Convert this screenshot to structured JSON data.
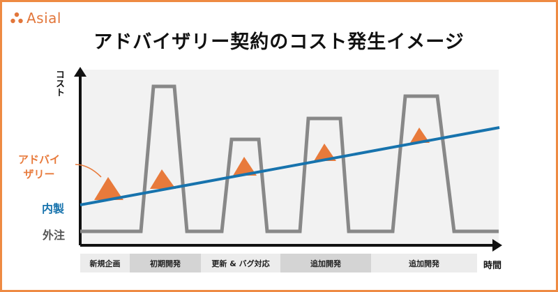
{
  "logo": {
    "text": "Asial",
    "icon": "asial-logo-icon"
  },
  "title": "アドバイザリー契約のコスト発生イメージ",
  "axes": {
    "y_label": "コスト",
    "x_label": "時間"
  },
  "labels": {
    "advisory_line1": "アドバイ",
    "advisory_line2": "ザリー",
    "in_house": "内製",
    "outsourcing": "外注"
  },
  "phases": [
    {
      "label": "新規企画"
    },
    {
      "label": "初期開発"
    },
    {
      "label": "更新 & バグ対応"
    },
    {
      "label": "追加開発"
    },
    {
      "label": "追加開発"
    }
  ],
  "colors": {
    "frame": "#ee8a43",
    "advisory": "#e87a3b",
    "in_house": "#1773ad",
    "outsourcing": "#888888",
    "plot_bg": "#f2f2f2",
    "phase_light": "#ececec",
    "phase_dark": "#d4d4d4"
  },
  "chart_data": {
    "type": "line",
    "title": "アドバイザリー契約のコスト発生イメージ",
    "xlabel": "時間",
    "ylabel": "コスト",
    "series": [
      {
        "name": "外注",
        "trend": "step pulses during development phases"
      },
      {
        "name": "内製",
        "trend": "linear increase"
      },
      {
        "name": "アドバイザリー",
        "trend": "small fixed cost above in-house line"
      }
    ]
  }
}
